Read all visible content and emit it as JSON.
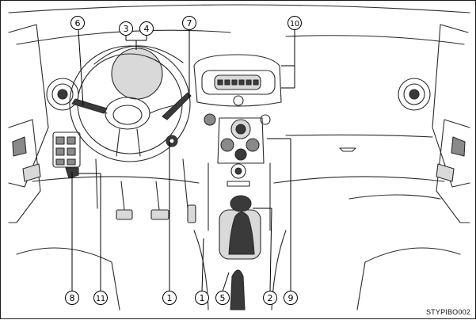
{
  "figure": {
    "code": "STYPIBO002"
  },
  "callouts": [
    {
      "id": "c1a",
      "label": "1"
    },
    {
      "id": "c1b",
      "label": "1"
    },
    {
      "id": "c2",
      "label": "2"
    },
    {
      "id": "c3",
      "label": "3"
    },
    {
      "id": "c4",
      "label": "4"
    },
    {
      "id": "c5",
      "label": "5"
    },
    {
      "id": "c6",
      "label": "6"
    },
    {
      "id": "c7",
      "label": "7"
    },
    {
      "id": "c8",
      "label": "8"
    },
    {
      "id": "c9",
      "label": "9"
    },
    {
      "id": "c10",
      "label": "10"
    },
    {
      "id": "c11",
      "label": "11"
    }
  ],
  "colors": {
    "line": "#2a2a2a",
    "fill_dark": "#3a3a3a",
    "fill_mid": "#8a8a8a",
    "fill_light": "#d9d9d9",
    "background": "#ffffff"
  }
}
